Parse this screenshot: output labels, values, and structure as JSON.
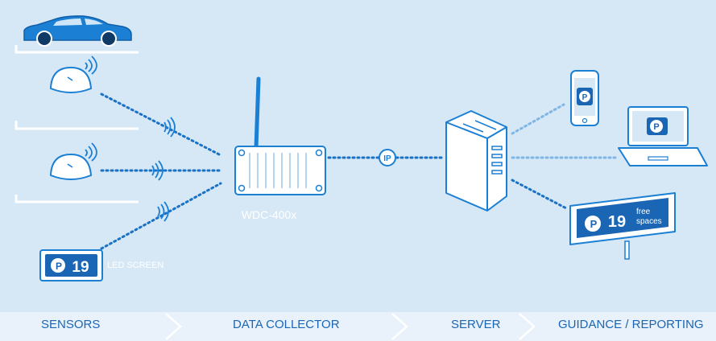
{
  "colors": {
    "background": "#d6e8f6",
    "stroke": "#1b7fd4",
    "device_fill": "#ffffff",
    "display_fill": "#1b66b4",
    "footer_bg": "#e9f2fa",
    "footer_text": "#1b66b4",
    "dots": "#1b72c4",
    "dots_light": "#7fb6e6",
    "label_white": "#ffffff"
  },
  "icons": [
    "car-icon",
    "sensor-icon",
    "wireless-icon",
    "gateway-icon",
    "ip-badge-icon",
    "server-icon",
    "phone-icon",
    "laptop-icon",
    "led-sign-icon",
    "parking-p-icon"
  ],
  "labels": {
    "collector": "WDC-400x",
    "led_screen": "LED SCREEN",
    "ip": "IP",
    "led_count": "19",
    "sign_count": "19",
    "sign_line1": "free",
    "sign_line2": "spaces",
    "p_symbol": "P"
  },
  "footer": {
    "steps": [
      "SENSORS",
      "DATA COLLECTOR",
      "SERVER",
      "GUIDANCE / REPORTING"
    ]
  }
}
